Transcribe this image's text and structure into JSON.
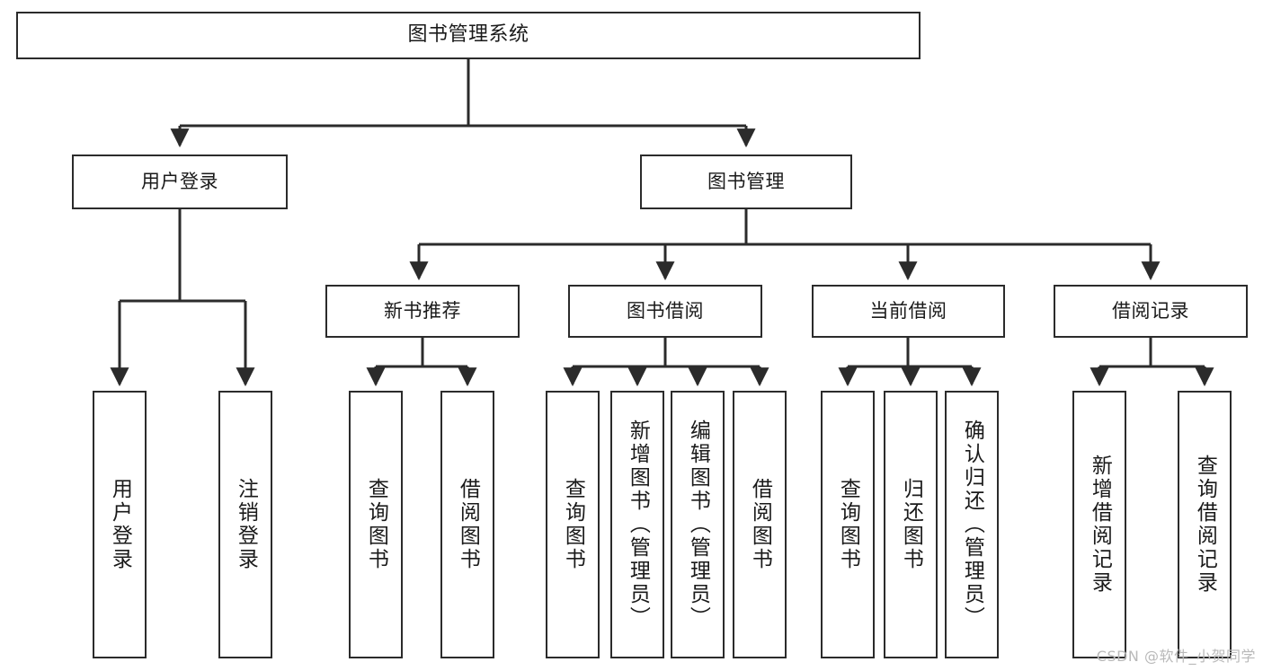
{
  "diagram": {
    "title": "图书管理系统",
    "type": "tree",
    "colors": {
      "stroke": "#2b2b2b",
      "fill": "#ffffff",
      "text": "#1a1a1a",
      "watermark": "#b9b9b9"
    },
    "root": {
      "label": "图书管理系统"
    },
    "level2": [
      {
        "label": "用户登录"
      },
      {
        "label": "图书管理"
      }
    ],
    "level3": [
      {
        "label": "新书推荐"
      },
      {
        "label": "图书借阅"
      },
      {
        "label": "当前借阅"
      },
      {
        "label": "借阅记录"
      }
    ],
    "leaves": {
      "user_login": [
        {
          "label": "用户登录"
        },
        {
          "label": "注销登录"
        }
      ],
      "new_book_recommend": [
        {
          "label": "查询图书"
        },
        {
          "label": "借阅图书"
        }
      ],
      "book_borrow": [
        {
          "label": "查询图书"
        },
        {
          "label": "新增图书（管理员）"
        },
        {
          "label": "编辑图书（管理员）"
        },
        {
          "label": "借阅图书"
        }
      ],
      "current_borrow": [
        {
          "label": "查询图书"
        },
        {
          "label": "归还图书"
        },
        {
          "label": "确认归还（管理员）"
        }
      ],
      "borrow_records": [
        {
          "label": "新增借阅记录"
        },
        {
          "label": "查询借阅记录"
        }
      ]
    }
  },
  "watermark": {
    "text": "CSDN @软件_小贺同学"
  }
}
